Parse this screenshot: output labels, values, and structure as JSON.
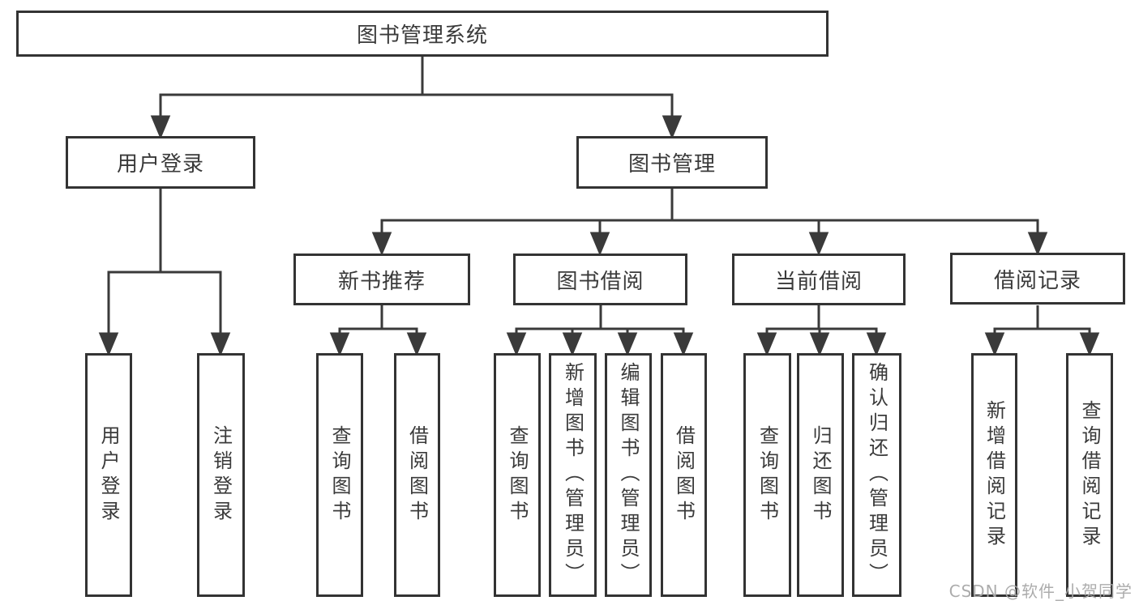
{
  "diagram": {
    "root": {
      "label": "图书管理系统"
    },
    "branches": [
      {
        "label": "用户登录",
        "children": [
          {
            "label": "用户登录"
          },
          {
            "label": "注销登录"
          }
        ]
      },
      {
        "label": "图书管理",
        "children": [
          {
            "label": "新书推荐",
            "children": [
              {
                "label": "查询图书"
              },
              {
                "label": "借阅图书"
              }
            ]
          },
          {
            "label": "图书借阅",
            "children": [
              {
                "label": "查询图书"
              },
              {
                "label": "新增图书（管理员）"
              },
              {
                "label": "编辑图书（管理员）"
              },
              {
                "label": "借阅图书"
              }
            ]
          },
          {
            "label": "当前借阅",
            "children": [
              {
                "label": "查询图书"
              },
              {
                "label": "归还图书"
              },
              {
                "label": "确认归还（管理员）"
              }
            ]
          },
          {
            "label": "借阅记录",
            "children": [
              {
                "label": "新增借阅记录"
              },
              {
                "label": "查询借阅记录"
              }
            ]
          }
        ]
      }
    ]
  },
  "watermark": {
    "text": "CSDN @软件_小贺同学"
  },
  "colors": {
    "line": "#3a3a3a",
    "border": "#333333",
    "text": "#3a3a3a",
    "watermark": "#a8a8a8",
    "background": "#ffffff"
  }
}
